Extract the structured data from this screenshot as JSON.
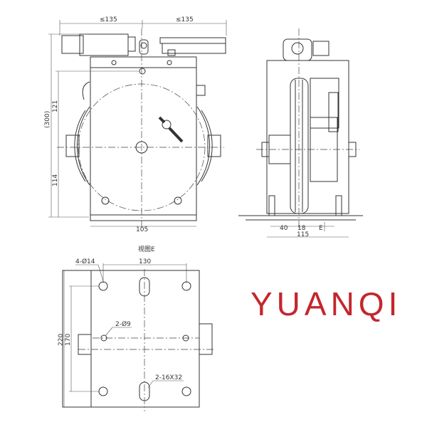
{
  "front_view": {
    "dim_top_left": "≤135",
    "dim_top_right": "≤135",
    "dim_total_height": "(300)",
    "dim_upper": "121",
    "dim_lower": "114",
    "dim_width": "105"
  },
  "side_view": {
    "dim_a": "40",
    "dim_b": "18",
    "view_marker": "E",
    "dim_width": "115"
  },
  "bottom_view": {
    "title": "视图E",
    "holes_label": "4-Ø14",
    "hole_spacing": "130",
    "small_holes_label": "2-Ø9",
    "slots_label": "2-16X32",
    "dim_outer": "220",
    "dim_inner": "170"
  },
  "logo": {
    "text": "YUANQI",
    "color": "#c4262e"
  }
}
